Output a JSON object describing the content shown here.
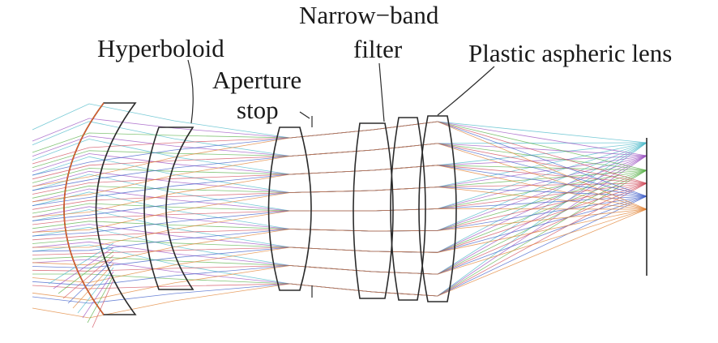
{
  "labels": {
    "hyperboloid": "Hyperboloid",
    "aperture_line1": "Aperture",
    "aperture_line2": "stop",
    "filter_line1": "Narrow−band",
    "filter_line2": "filter",
    "plastic_lens": "Plastic aspheric lens"
  },
  "colors": {
    "line": "#2b2b2b",
    "field_1": "#4ab8c8",
    "field_2": "#9a4fc0",
    "field_3": "#58b048",
    "field_4": "#d04a5a",
    "field_5": "#3c5cc8",
    "field_6": "#e08030"
  }
}
